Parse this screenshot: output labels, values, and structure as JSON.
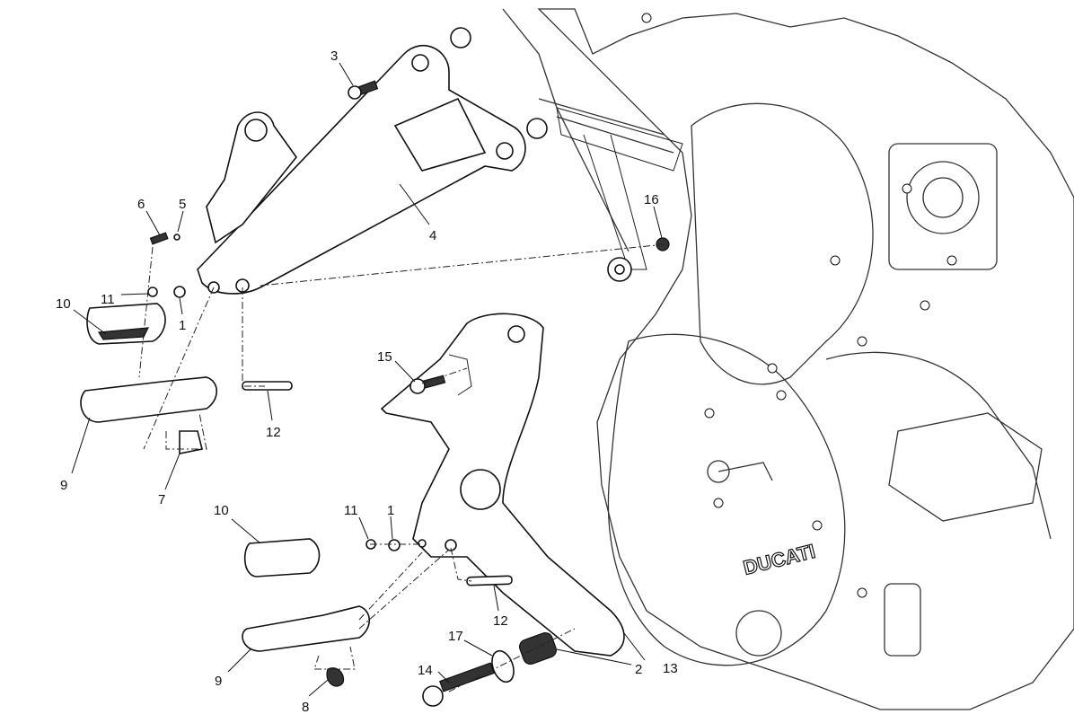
{
  "diagram": {
    "callouts": {
      "c3": "3",
      "c6": "6",
      "c5": "5",
      "c4": "4",
      "c16": "16",
      "c11a": "11",
      "c1a": "1",
      "c10a": "10",
      "c15": "15",
      "c12a": "12",
      "c9a": "9",
      "c7": "7",
      "c10b": "10",
      "c11b": "11",
      "c1b": "1",
      "c12b": "12",
      "c17": "17",
      "c2": "2",
      "c13": "13",
      "c14": "14",
      "c9b": "9",
      "c8": "8"
    },
    "logo_text": "DUCATI"
  }
}
